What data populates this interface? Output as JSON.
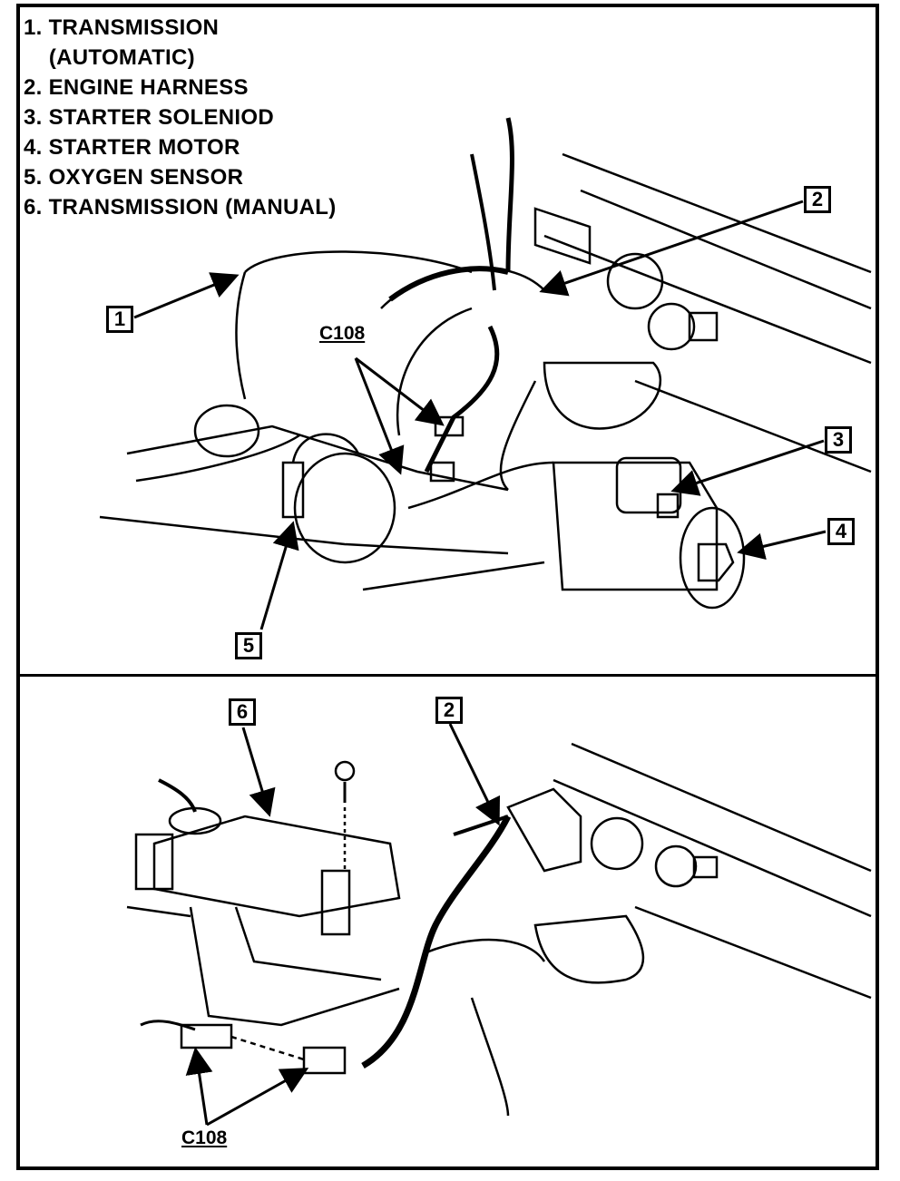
{
  "legend": {
    "items": [
      "1. TRANSMISSION",
      "    (AUTOMATIC)",
      "2. ENGINE HARNESS",
      "3. STARTER SOLENIOD",
      "4. STARTER MOTOR",
      "5. OXYGEN SENSOR",
      "6. TRANSMISSION (MANUAL)"
    ]
  },
  "top_view": {
    "callouts": {
      "c1": "1",
      "c2": "2",
      "c3": "3",
      "c4": "4",
      "c5": "5"
    },
    "connector_label": "C108"
  },
  "bottom_view": {
    "callouts": {
      "c6": "6",
      "c2": "2"
    },
    "connector_label": "C108"
  }
}
